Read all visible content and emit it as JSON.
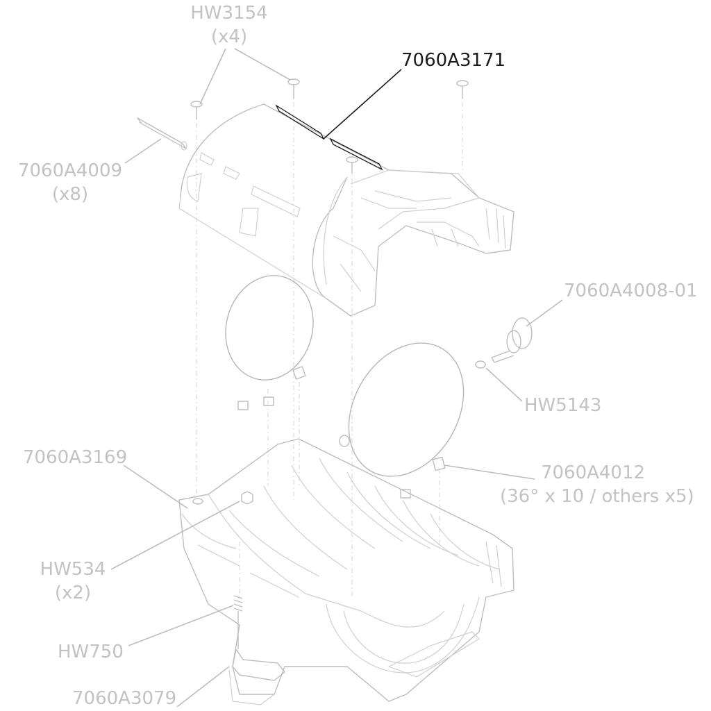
{
  "labels": {
    "hw3154": {
      "part": "HW3154",
      "qty": "(x4)"
    },
    "a3171": {
      "part": "7060A3171"
    },
    "a4009": {
      "part": "7060A4009",
      "qty": "(x8)"
    },
    "a4008": {
      "part": "7060A4008-01"
    },
    "hw5143": {
      "part": "HW5143"
    },
    "a3169": {
      "part": "7060A3169"
    },
    "a4012": {
      "part": "7060A4012",
      "qty": "(36° x 10 / others x5)"
    },
    "hw534": {
      "part": "HW534",
      "qty": "(x2)"
    },
    "hw750": {
      "part": "HW750"
    },
    "a3079": {
      "part": "7060A3079"
    }
  },
  "colors": {
    "highlight": "#1a1a1a",
    "muted": "#c2c2c2"
  }
}
